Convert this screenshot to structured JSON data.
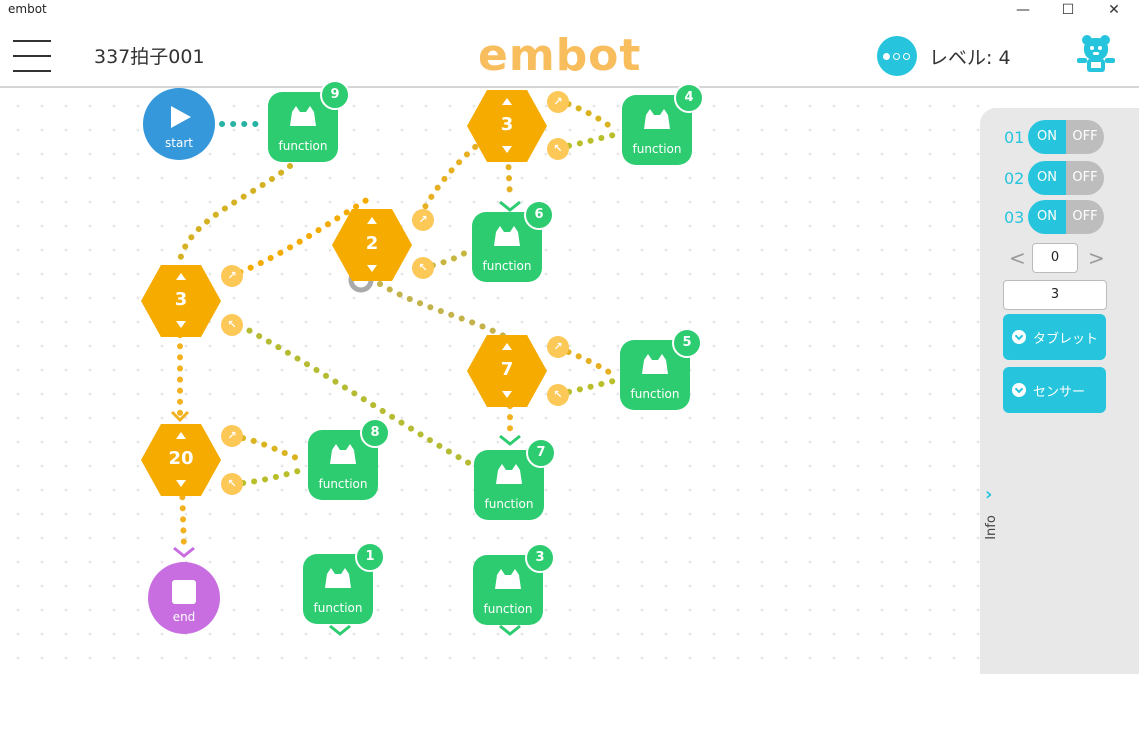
{
  "window": {
    "title": "embot",
    "minimize": "—",
    "maximize": "☐",
    "close": "✕"
  },
  "header": {
    "project_title": "337拍子001",
    "logo": "embot",
    "level_label": "レベル: 4"
  },
  "blocks": {
    "start_label": "start",
    "end_label": "end",
    "functions": [
      {
        "id": "fn9",
        "label": "function",
        "badge": "9"
      },
      {
        "id": "fn4",
        "label": "function",
        "badge": "4"
      },
      {
        "id": "fn6",
        "label": "function",
        "badge": "6"
      },
      {
        "id": "fn5",
        "label": "function",
        "badge": "5"
      },
      {
        "id": "fn8",
        "label": "function",
        "badge": "8"
      },
      {
        "id": "fn7",
        "label": "function",
        "badge": "7"
      },
      {
        "id": "fn1",
        "label": "function",
        "badge": "1"
      },
      {
        "id": "fn3",
        "label": "function",
        "badge": "3"
      }
    ],
    "loops": [
      {
        "id": "loop-top",
        "value": "3"
      },
      {
        "id": "loop-mid",
        "value": "2"
      },
      {
        "id": "loop-left",
        "value": "3"
      },
      {
        "id": "loop-right",
        "value": "7"
      },
      {
        "id": "loop-bottom",
        "value": "20"
      }
    ]
  },
  "panel": {
    "switches": [
      {
        "num": "01",
        "on": "ON",
        "off": "OFF"
      },
      {
        "num": "02",
        "on": "ON",
        "off": "OFF"
      },
      {
        "num": "03",
        "on": "ON",
        "off": "OFF"
      }
    ],
    "stepper_prev": "<",
    "stepper_value": "0",
    "stepper_next": ">",
    "value": "3",
    "tablet_button": "タブレット",
    "sensor_button": "センサー",
    "info": "Info"
  },
  "colors": {
    "accent": "#27c5dd",
    "function": "#2ecc71",
    "loop": "#f5ab00",
    "start": "#3498db",
    "end": "#c86ee0",
    "logo": "#f8bd5c"
  }
}
